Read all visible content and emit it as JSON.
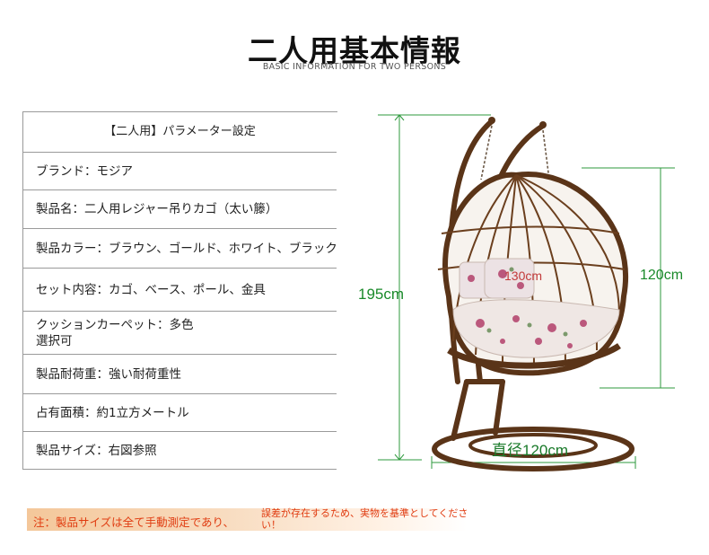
{
  "header": {
    "title": "二人用基本情報",
    "subtitle": "BASIC INFORMATION FOR TWO PERSONS"
  },
  "spec_table": {
    "header": "【二人用】パラメーター設定",
    "rows": [
      "ブランド：モジア",
      "製品名：二人用レジャー吊りカゴ（太い籐）",
      "製品カラー：ブラウン、ゴールド、ホワイト、ブラック",
      "セット内容：カゴ、ベース、ポール、金具",
      "クッションカーペット：多色\n選択可",
      "製品耐荷重：強い耐荷重性",
      "占有面積：約1立方メートル",
      "製品サイズ：右図参照"
    ]
  },
  "figure": {
    "height_label": "195cm",
    "basket_height_label": "120cm",
    "width_label": "130cm",
    "base_label": "直径120cm",
    "colors": {
      "rattan": "#5a3418",
      "rattan_light": "#8a5a32",
      "dimension": "#1a8a2a",
      "width_line": "#c23a3a",
      "cushion": "#f2ece6",
      "flower": "#b2406a"
    }
  },
  "notes": {
    "line1": "注：製品サイズは全て手動測定であり、",
    "line2": "誤差が存在するため、実物を基準としてください！",
    "color": "#e03b10"
  }
}
